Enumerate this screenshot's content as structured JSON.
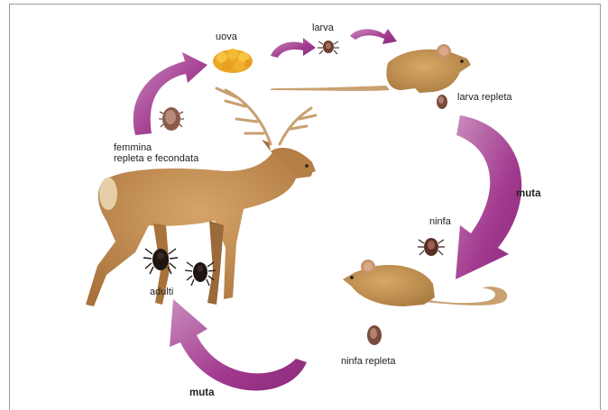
{
  "labels": {
    "uova": "uova",
    "larva": "larva",
    "larva_repleta": "larva repleta",
    "muta_right": "muta",
    "ninfa": "ninfa",
    "ninfa_repleta": "ninfa repleta",
    "muta_bottom": "muta",
    "adulti": "adulti",
    "femmina_line1": "femmina",
    "femmina_line2": "repleta e fecondata"
  },
  "colors": {
    "arrow": "#a23a8f",
    "arrow_light": "#c98cbd",
    "deer": "#c08a4e",
    "deer_dark": "#8a5a2e",
    "mouse": "#c19358",
    "tick": "#4a2a22",
    "eggs": "#f0b430"
  },
  "icons": [
    "deer",
    "mouse",
    "tick",
    "eggs",
    "cycle-arrow"
  ]
}
